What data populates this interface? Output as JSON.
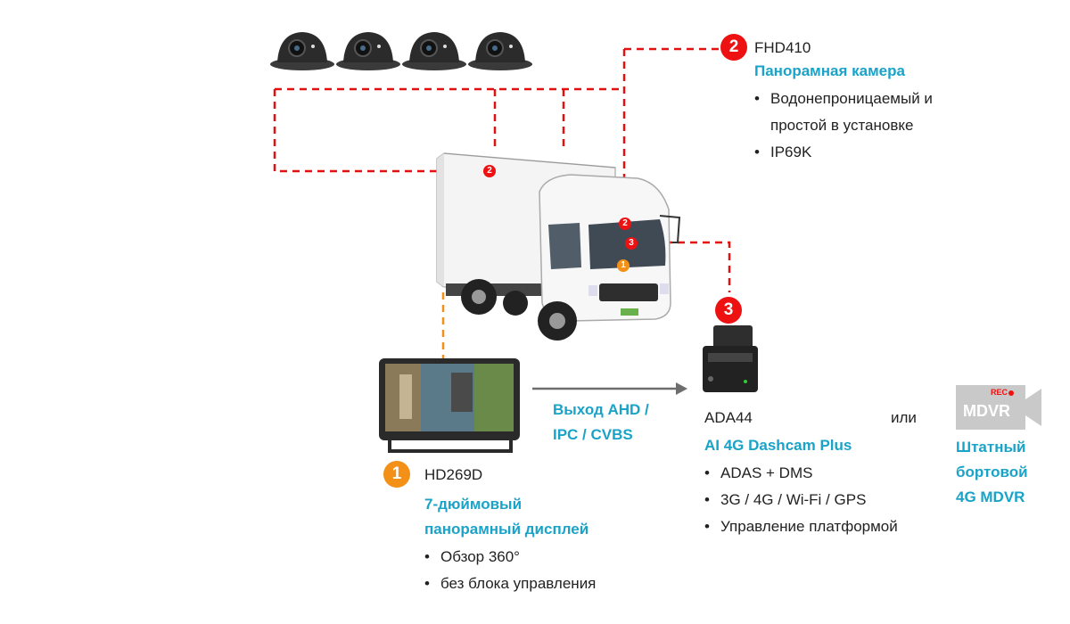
{
  "cameras": {
    "badge": "2",
    "model": "FHD410",
    "title": "Панорамная камера",
    "features": [
      "Водонепроницаемый и",
      "простой в установке",
      "IP69K"
    ]
  },
  "dashcam": {
    "badge": "3",
    "model": "ADA44",
    "or_label": "или",
    "title": "AI 4G Dashcam Plus",
    "features": [
      "ADAS + DMS",
      "3G / 4G / Wi-Fi / GPS",
      "Управление платформой"
    ]
  },
  "display": {
    "badge": "1",
    "model": "HD269D",
    "title_line1": "7-дюймовый",
    "title_line2": "панорамный дисплей",
    "features": [
      "Обзор 360°",
      "без блока управления"
    ]
  },
  "output": {
    "line1": "Выход AHD /",
    "line2": "IPC / CVBS"
  },
  "mdvr": {
    "rec": "REC",
    "logo": "MDVR",
    "line1": "Штатный",
    "line2": "бортовой",
    "line3": "4G MDVR"
  },
  "truck_markers": {
    "marker_a": "2",
    "marker_b": "2",
    "marker_c": "3",
    "marker_d": "1"
  },
  "colors": {
    "accent": "#1aa3c8",
    "camera_line": "#e11111",
    "display_line": "#f29018"
  }
}
